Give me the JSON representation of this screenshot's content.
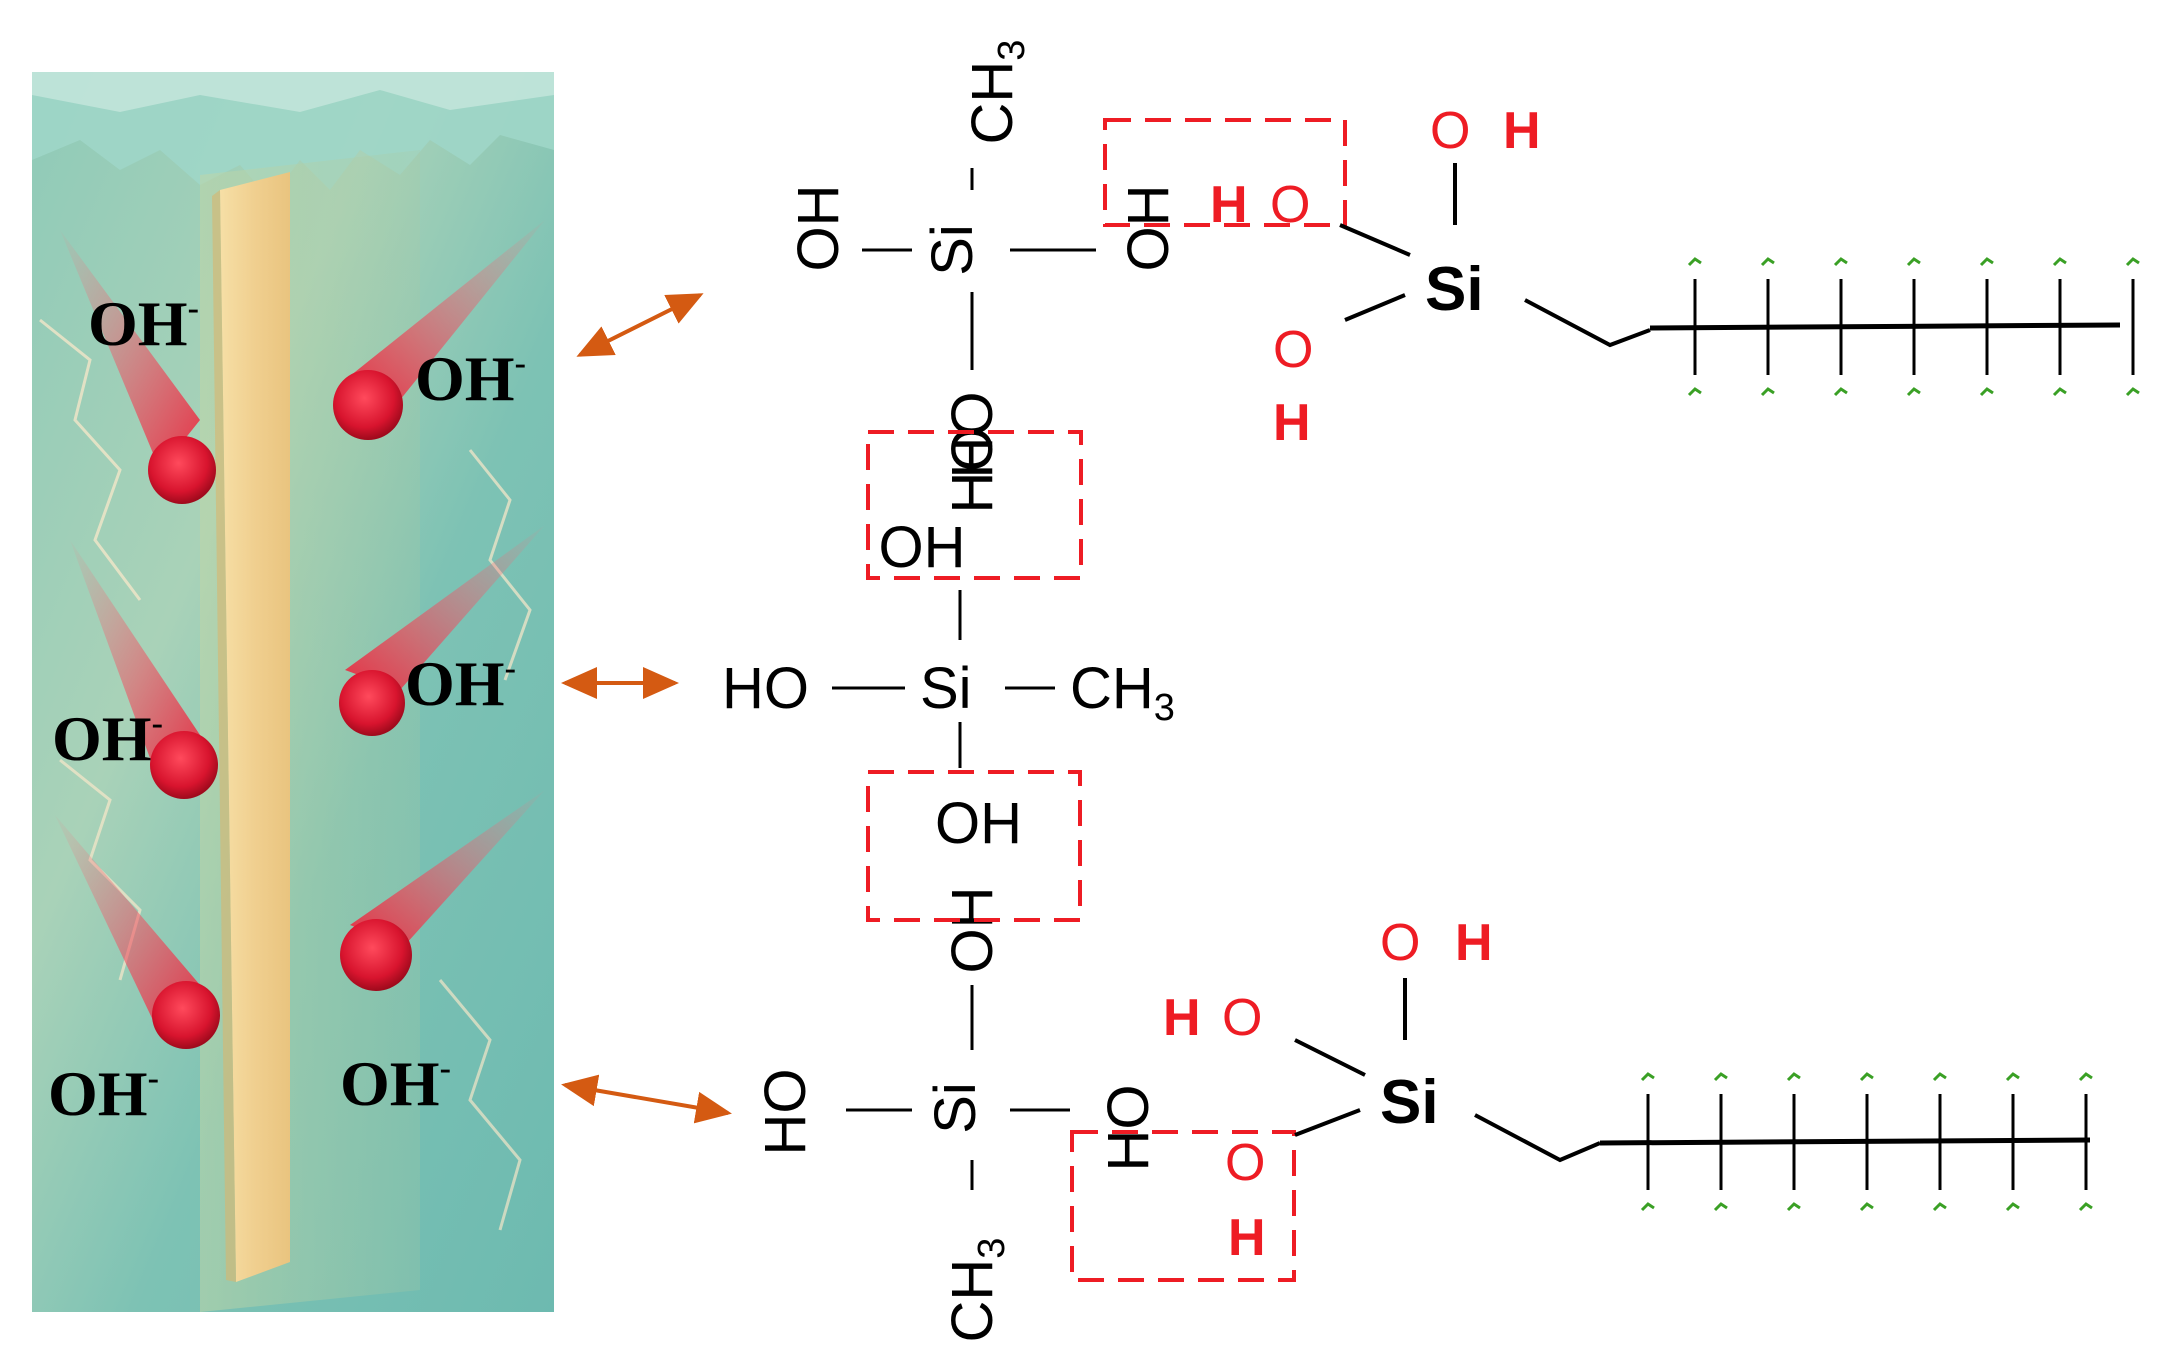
{
  "colors": {
    "text_black": "#000000",
    "text_red": "#ee1c24",
    "box_red": "#ee1c24",
    "arrow_orange": "#d45a12",
    "fluoro_green": "#3aa025",
    "rock_teal": "#7cc3b3",
    "strip_yellow": "#f2d79c"
  },
  "rock_panel": {
    "ion_labels": [
      {
        "text": "OH",
        "sup": "-"
      },
      {
        "text": "OH",
        "sup": "-"
      },
      {
        "text": "OH",
        "sup": "-"
      },
      {
        "text": "OH",
        "sup": "-"
      },
      {
        "text": "OH",
        "sup": "-"
      },
      {
        "text": "OH",
        "sup": "-"
      }
    ]
  },
  "molecule_top": {
    "si": "Si",
    "oh_left": "OH",
    "oh_right": "OH",
    "ho_below": "HO",
    "ch3": "CH",
    "ch3_sub": "3"
  },
  "molecule_middle": {
    "si": "Si",
    "ho_left": "HO",
    "ch3": "CH",
    "ch3_sub": "3",
    "oh_top": "OH",
    "oh_bottom": "OH"
  },
  "molecule_bottom": {
    "si": "Si",
    "ho_left": "HO",
    "ho_right": "HO",
    "oh_top": "OH",
    "ch3": "CH",
    "ch3_sub": "3"
  },
  "silane_top": {
    "si": "Si",
    "o_top": "O",
    "h_top": "H",
    "h_left": "H",
    "o_left": "O",
    "o_bottom": "O",
    "h_bottom": "H"
  },
  "silane_bottom": {
    "si": "Si",
    "o_top": "O",
    "h_top": "H",
    "h_left": "H",
    "o_left": "O",
    "o_bottom": "O",
    "h_bottom": "H"
  }
}
